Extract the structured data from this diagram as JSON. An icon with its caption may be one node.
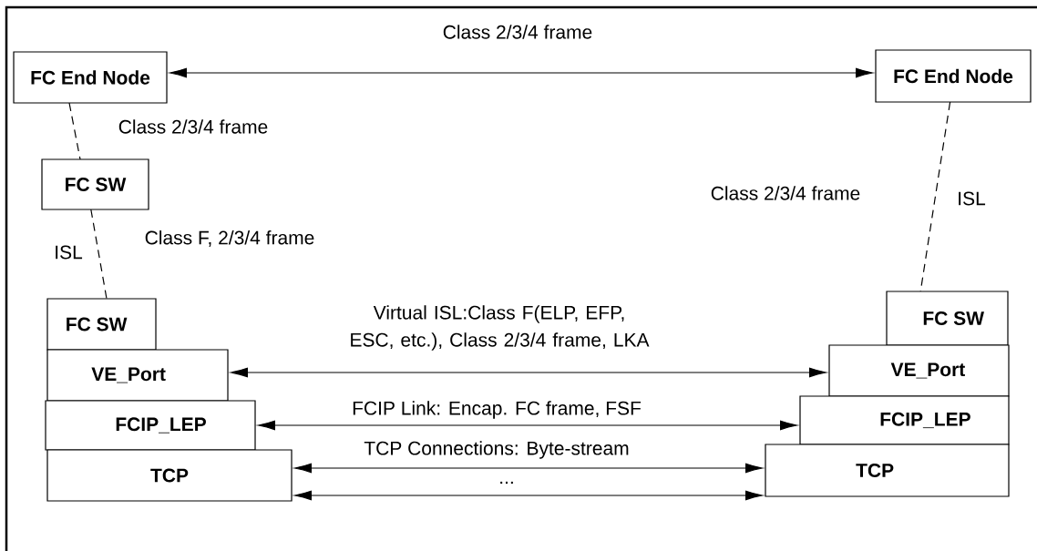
{
  "diagram": {
    "nodes": [
      {
        "text": [
          "FC End Node"
        ]
      },
      {
        "text": [
          "FC SW"
        ]
      },
      {
        "text": [
          "FC SW"
        ]
      },
      {
        "text": [
          "VE_Port"
        ]
      },
      {
        "text": [
          "FCIP_LEP"
        ]
      },
      {
        "text": [
          "TCP"
        ]
      },
      {
        "text": [
          "FC End Node"
        ]
      },
      {
        "text": [
          "FC SW"
        ]
      },
      {
        "text": [
          "VE_Port"
        ]
      },
      {
        "text": [
          "FCIP_LEP"
        ]
      },
      {
        "text": [
          "TCP"
        ]
      }
    ],
    "edges": [
      {
        "from": 0,
        "to": 6,
        "arrow": "both",
        "label": "Class 2/3/4 frame"
      },
      {
        "from": 0,
        "to": 1,
        "arrow": "none",
        "style": "dashed",
        "label": "Class 2/3/4 frame"
      },
      {
        "from": 1,
        "to": 2,
        "arrow": "none",
        "style": "dashed",
        "label": "ISL"
      },
      {
        "from": 6,
        "to": 7,
        "arrow": "none",
        "style": "dashed",
        "label": "ISL"
      },
      {
        "from": 3,
        "to": 8,
        "arrow": "both",
        "label": "Virtual ISL:Class F(ELP, EFP, ESC, etc.), Class 2/3/4 frame, LKA"
      },
      {
        "from": 4,
        "to": 9,
        "arrow": "both",
        "label": "FCIP Link: Encap. FC frame, FSF"
      },
      {
        "from": 5,
        "to": 10,
        "arrow": "both",
        "label": "TCP Connections: Byte-stream"
      },
      {
        "from": 5,
        "to": 10,
        "arrow": "both",
        "label": "..."
      }
    ],
    "labels": [
      "Class F, 2/3/4 frame",
      "Class 2/3/4 frame"
    ]
  }
}
